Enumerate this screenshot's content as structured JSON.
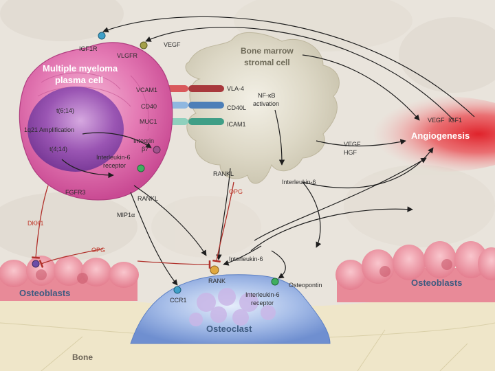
{
  "labels": {
    "igf1r": "IGF1R",
    "vegfr": "VLGFR",
    "vegf_top": "VEGF",
    "myeloma_line1": "Multiple myeloma",
    "myeloma_line2": "plasma cell",
    "stromal_line1": "Bone marrow",
    "stromal_line2": "stromal cell",
    "vcam1": "VCAM1",
    "vla4": "VLA-4",
    "cd40": "CD40",
    "cd40l": "CD40L",
    "muc1": "MUC1",
    "icam1": "ICAM1",
    "nfkb_line1": "NF-κB",
    "nfkb_line2": "activation",
    "t614": "t(6;14)",
    "amp1q21": "1q21 Amplification",
    "integrin_line1": "Integrin",
    "integrin_line2": "β7",
    "t414": "t(4;14)",
    "il6r_line1": "Interleukin-6",
    "il6r_line2": "receptor",
    "fgfr3": "FGFR3",
    "rankl_left": "RANKL",
    "rankl_right": "RANKL",
    "mip1a": "MIP1α",
    "dkk1": "DKK1",
    "opg_top": "OPG",
    "opg_left": "OPG",
    "il6_stromal": "Interleukin-6",
    "il6_mid": "Interleukin-6",
    "vegf_right": "VEGF",
    "igf1_right": "IGF1",
    "angiogenesis": "Angiogenesis",
    "vegf_hgf_line1": "VEGF",
    "vegf_hgf_line2": "HGF",
    "osteoblasts_left": "Osteoblasts",
    "osteoblasts_right": "Osteoblasts",
    "rank": "RANK",
    "osteopontin": "Osteopontin",
    "il6r_oc_line1": "Interleukin-6",
    "il6r_oc_line2": "receptor",
    "ccr1": "CCR1",
    "osteoclast": "Osteoclast",
    "bone": "Bone"
  },
  "colors": {
    "myeloma_cell": "#d95b9e",
    "myeloma_nucleus": "#8e3fa6",
    "stromal_cell": "#d7d2c0",
    "angiogenesis_glow": "#e0232b",
    "osteoclast": "#7f9fd8",
    "osteoblast": "#e88a98",
    "arrow": "#1e1e1e",
    "inhibition": "#b0302a"
  },
  "icons": [
    "receptor-icon",
    "vla4-connector",
    "cd40-connector",
    "icam1-connector"
  ]
}
